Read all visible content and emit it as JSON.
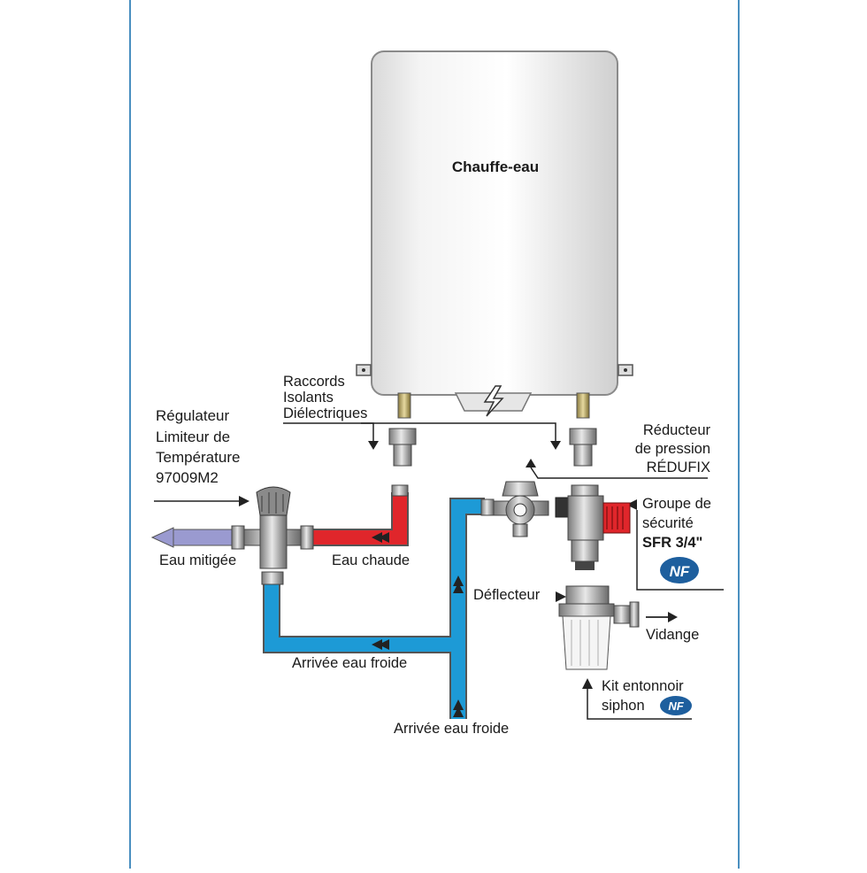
{
  "diagram": {
    "heater_label": "Chauffe-eau",
    "raccords_label": [
      "Raccords",
      "Isolants",
      "Diélectriques"
    ],
    "regulateur_label": [
      "Régulateur",
      "Limiteur de",
      "Température",
      "97009M2"
    ],
    "reducteur_label": [
      "Réducteur",
      "de pression",
      "RÉDUFIX"
    ],
    "groupe_label": [
      "Groupe de",
      "sécurité",
      "SFR 3/4\""
    ],
    "eau_mitigee": "Eau mitigée",
    "eau_chaude": "Eau chaude",
    "deflecteur": "Déflecteur",
    "vidange": "Vidange",
    "arrivee_1": "Arrivée eau froide",
    "arrivee_2": "Arrivée eau froide",
    "kit_label": [
      "Kit entonnoir",
      "siphon"
    ],
    "nf_badge": "NF",
    "colors": {
      "cold": "#1d9ad6",
      "hot": "#e0262b",
      "mixed": "#9a9ad0",
      "frame": "#4a8fc0"
    },
    "icons": [
      "lightning-icon",
      "nf-badge-icon",
      "arrow-right-icon",
      "chevron-flow-icon"
    ]
  }
}
